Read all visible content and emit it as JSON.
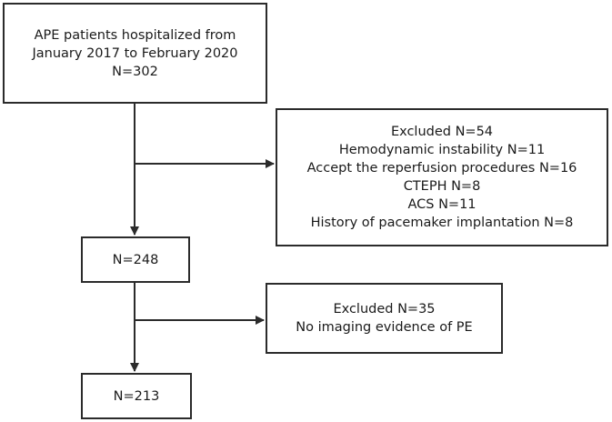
{
  "flowchart": {
    "start": {
      "lines": [
        "APE patients hospitalized from",
        "January 2017 to February 2020",
        "N=302"
      ]
    },
    "exclusion_1": {
      "lines": [
        "Excluded N=54",
        "Hemodynamic instability N=11",
        "Accept the reperfusion procedures N=16",
        "CTEPH N=8",
        "ACS N=11",
        "History of pacemaker implantation  N=8"
      ]
    },
    "step_2": {
      "label": "N=248"
    },
    "exclusion_2": {
      "lines": [
        "Excluded N=35",
        "No imaging evidence of PE"
      ]
    },
    "final": {
      "label": "N=213"
    },
    "line_color": "#2b2b2b"
  }
}
